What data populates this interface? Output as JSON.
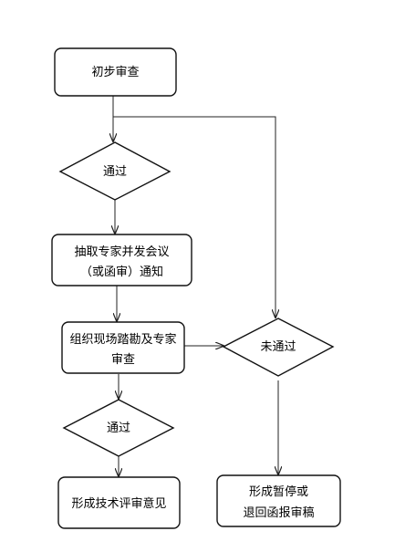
{
  "nodes": {
    "initial_review": {
      "label": "初步审查"
    },
    "pass_1": {
      "label": "通过"
    },
    "select_experts": {
      "line1": "抽取专家并发会议",
      "line2": "（或函审）通知"
    },
    "site_inspection": {
      "line1": "组织现场踏勘及专家",
      "line2": "审查"
    },
    "not_pass": {
      "label": "未通过"
    },
    "pass_2": {
      "label": "通过"
    },
    "technical_opinion": {
      "label": "形成技术评审意见"
    },
    "suspend_or_return": {
      "line1": "形成暂停或",
      "line2": "退回函报审稿"
    }
  }
}
